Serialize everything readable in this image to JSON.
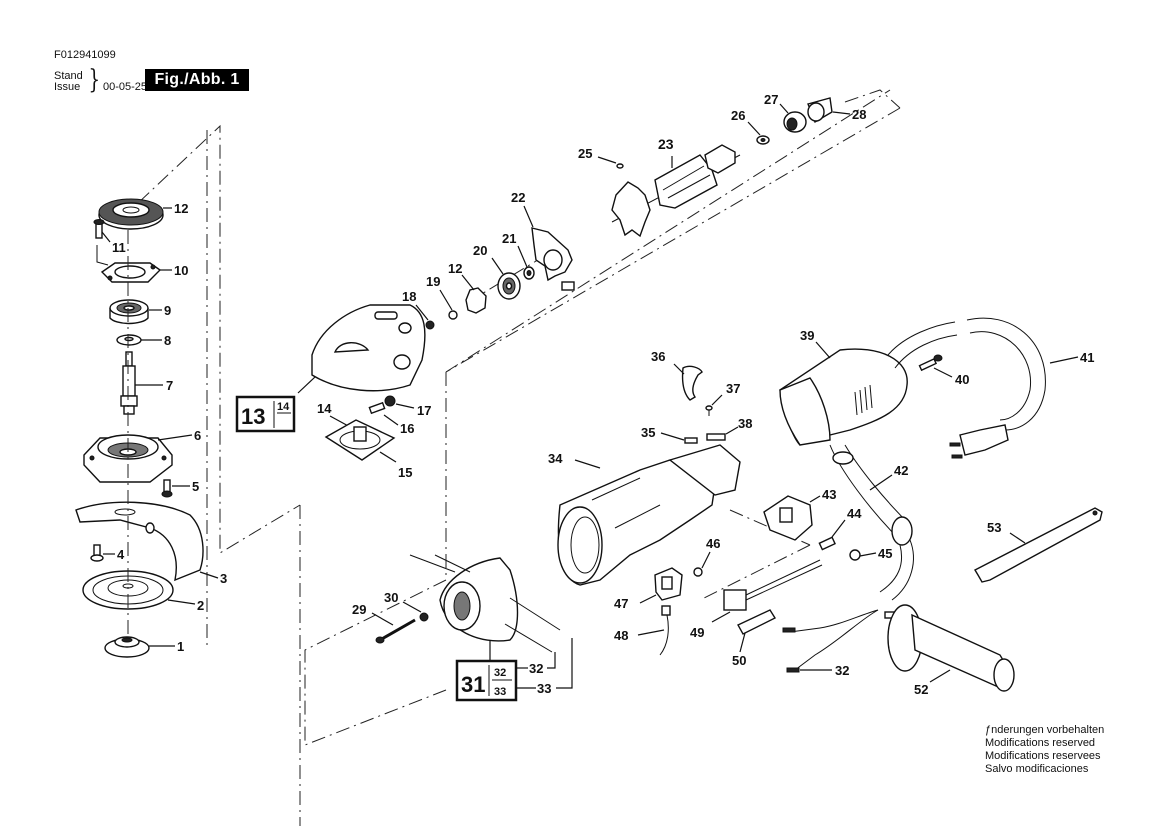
{
  "header": {
    "document_number": "F012941099",
    "stand_label": "Stand",
    "issue_label": "Issue",
    "date": "00-05-25",
    "figure_label": "Fig./Abb. 1"
  },
  "footer": {
    "lines": [
      "ƒnderungen vorbehalten",
      "Modifications reserved",
      "Modifications reservees",
      "Salvo modificaciones"
    ]
  },
  "parts": {
    "p1": "1",
    "p2": "2",
    "p3": "3",
    "p4": "4",
    "p5": "5",
    "p6": "6",
    "p7": "7",
    "p8": "8",
    "p9": "9",
    "p10": "10",
    "p11": "11",
    "p12a": "12",
    "p12b": "12",
    "p14": "14",
    "p15": "15",
    "p16": "16",
    "p17": "17",
    "p18": "18",
    "p19": "19",
    "p20": "20",
    "p21": "21",
    "p22": "22",
    "p23": "23",
    "p25": "25",
    "p26": "26",
    "p27": "27",
    "p28": "28",
    "p29": "29",
    "p30": "30",
    "p32a": "32",
    "p32b": "32",
    "p33": "33",
    "p34": "34",
    "p35": "35",
    "p36": "36",
    "p37": "37",
    "p38": "38",
    "p39": "39",
    "p40": "40",
    "p41": "41",
    "p42": "42",
    "p43": "43",
    "p44": "44",
    "p45": "45",
    "p46": "46",
    "p47": "47",
    "p48": "48",
    "p49": "49",
    "p50": "50",
    "p52": "52",
    "p53": "53"
  },
  "assemblies": {
    "gear_housing": {
      "main": "13",
      "sub": "14"
    },
    "field": {
      "main": "31",
      "sub_top": "32",
      "sub_bottom": "33"
    }
  }
}
